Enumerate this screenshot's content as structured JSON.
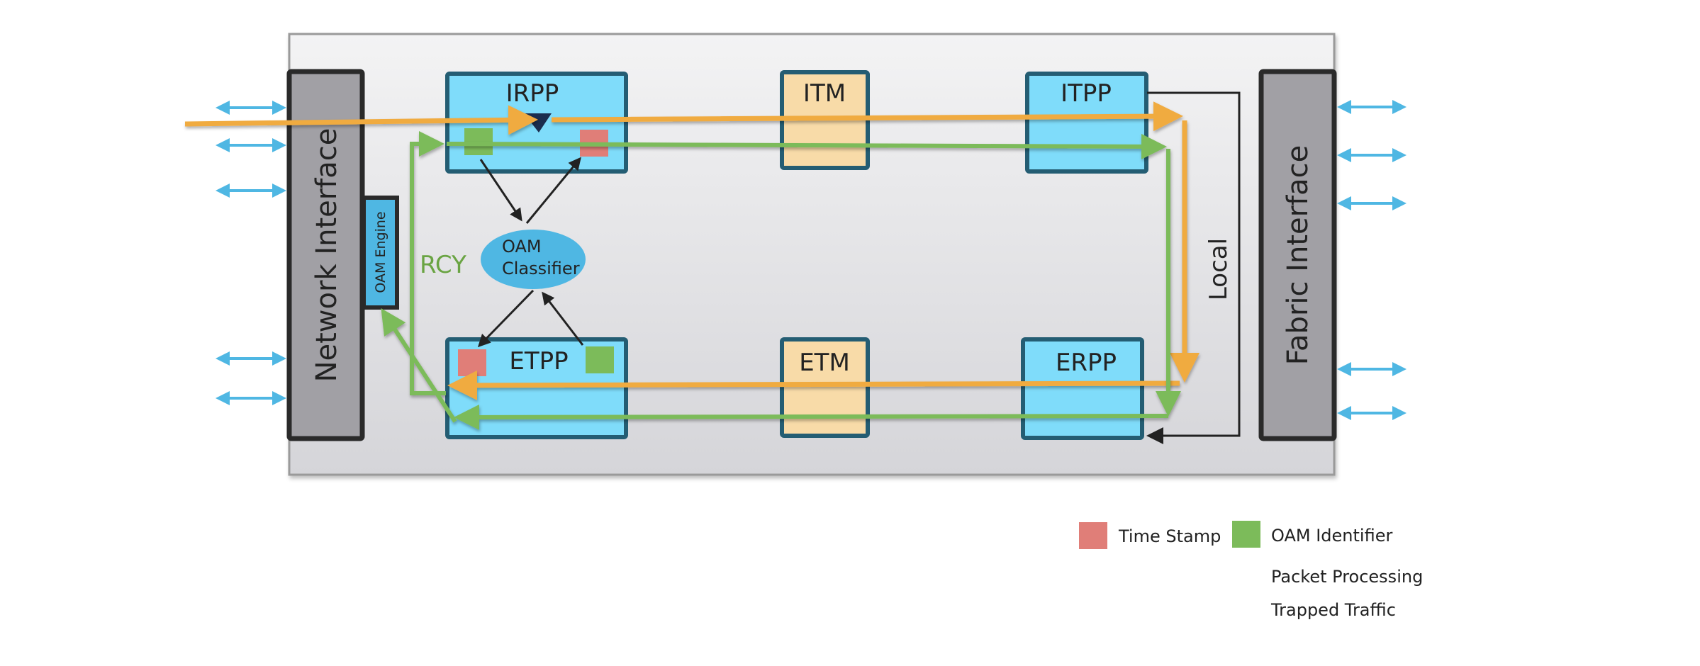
{
  "diagram": {
    "interfaces": {
      "network": "Network Interface",
      "fabric": "Fabric Interface"
    },
    "oam_engine": "OAM Engine",
    "blocks": {
      "irpp": "IRPP",
      "itm": "ITM",
      "itpp": "ITPP",
      "etpp": "ETPP",
      "etm": "ETM",
      "erpp": "ERPP"
    },
    "classifier": {
      "line1": "OAM",
      "line2": "Classifier"
    },
    "rcy_label": "RCY",
    "local_label": "Local",
    "colors": {
      "block_fill": "#7fdcfa",
      "block_border": "#245d73",
      "tm_fill": "#f8dba8",
      "interface_fill": "#a1a0a5",
      "interface_border": "#2a2a2a",
      "oam_engine_fill": "#4fb7e3",
      "classifier_fill": "#4fb7e3",
      "packet_processing": "#f0ab41",
      "trapped_traffic": "#7cbb5a",
      "time_stamp": "#e07e78",
      "oam_identifier": "#7cbb5a",
      "port_arrow": "#4fb7e3",
      "rcy_text": "#6aa443",
      "container_top": "#f2f2f3",
      "container_bottom": "#d6d6da"
    }
  },
  "legend": {
    "time_stamp": "Time Stamp",
    "oam_identifier": "OAM Identifier",
    "packet_processing": "Packet Processing",
    "trapped_traffic": "Trapped Traffic"
  }
}
